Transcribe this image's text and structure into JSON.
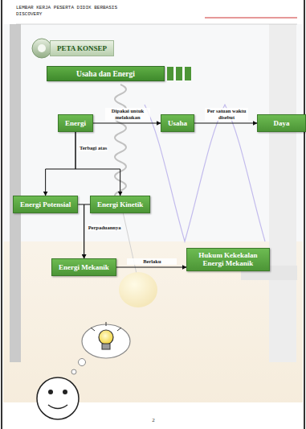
{
  "diagram": {
    "title": "Usaha dan Energi",
    "nodes": [
      {
        "text": [
          "PETA KONSEP"
        ]
      },
      {
        "text": [
          "Energi"
        ]
      },
      {
        "text": [
          "Usaha"
        ]
      },
      {
        "text": [
          "Daya"
        ]
      },
      {
        "text": [
          "Energi Potensial"
        ]
      },
      {
        "text": [
          "Energi Kinetik"
        ]
      },
      {
        "text": [
          "Energi Mekanik"
        ]
      },
      {
        "text": [
          "Hukum Kekekalan Energi Mekanik"
        ]
      }
    ],
    "edges": [
      {
        "from": 1,
        "to": 2,
        "label": "Dipakai untuk melakukan",
        "arrow": "to"
      },
      {
        "from": 2,
        "to": 3,
        "label": "Per satuan waktu disebut",
        "arrow": "to"
      },
      {
        "from": 1,
        "to": 4,
        "label": "Terbagi atas",
        "arrow": "to"
      },
      {
        "from": 1,
        "to": 5,
        "arrow": "to"
      },
      {
        "from": 4,
        "to": 6,
        "label": "Perpaduannya",
        "arrow": "to"
      },
      {
        "from": 5,
        "to": 6,
        "arrow": "to"
      },
      {
        "from": 6,
        "to": 7,
        "label": "Berlaku",
        "arrow": "to"
      }
    ],
    "labels": [
      "LEMBAR KERJA PESERTA DIDIK BERBASIS DISCOVERY",
      "2"
    ]
  }
}
